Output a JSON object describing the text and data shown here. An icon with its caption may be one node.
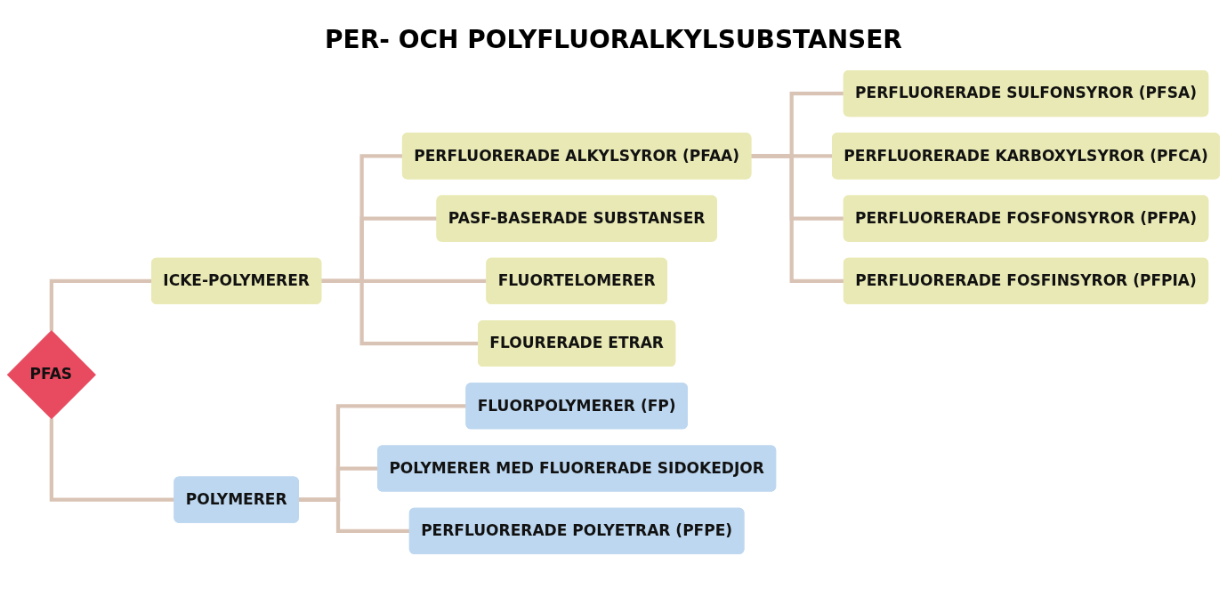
{
  "diagram": {
    "title": "PER- OCH POLYFLUORALKYLSUBSTANSER",
    "nodes": [
      {
        "text": [
          "PFAS"
        ]
      },
      {
        "text": [
          "ICKE-POLYMERER"
        ]
      },
      {
        "text": [
          "POLYMERER"
        ]
      },
      {
        "text": [
          "PERFLUORERADE ALKYLSYROR (PFAA)"
        ]
      },
      {
        "text": [
          "PASF-BASERADE SUBSTANSER"
        ]
      },
      {
        "text": [
          "FLUORTELOMERER"
        ]
      },
      {
        "text": [
          "FLOURERADE ETRAR"
        ]
      },
      {
        "text": [
          "PERFLUORERADE SULFONSYROR (PFSA)"
        ]
      },
      {
        "text": [
          "PERFLUORERADE KARBOXYLSYROR (PFCA)"
        ]
      },
      {
        "text": [
          "PERFLUORERADE FOSFONSYROR (PFPA)"
        ]
      },
      {
        "text": [
          "PERFLUORERADE FOSFINSYROR (PFPIA)"
        ]
      },
      {
        "text": [
          "FLUORPOLYMERER (FP)"
        ]
      },
      {
        "text": [
          "POLYMERER MED FLUORERADE SIDOKEDJOR"
        ]
      },
      {
        "text": [
          "PERFLUORERADE POLYETRAR (PFPE)"
        ]
      }
    ],
    "edges": [
      {
        "from": 0,
        "to": 1,
        "arrow": "none"
      },
      {
        "from": 0,
        "to": 2,
        "arrow": "none"
      },
      {
        "from": 1,
        "to": 3,
        "arrow": "none"
      },
      {
        "from": 1,
        "to": 4,
        "arrow": "none"
      },
      {
        "from": 1,
        "to": 5,
        "arrow": "none"
      },
      {
        "from": 1,
        "to": 6,
        "arrow": "none"
      },
      {
        "from": 3,
        "to": 7,
        "arrow": "none"
      },
      {
        "from": 3,
        "to": 8,
        "arrow": "none"
      },
      {
        "from": 3,
        "to": 9,
        "arrow": "none"
      },
      {
        "from": 3,
        "to": 10,
        "arrow": "none"
      },
      {
        "from": 2,
        "to": 11,
        "arrow": "none"
      },
      {
        "from": 2,
        "to": 12,
        "arrow": "none"
      },
      {
        "from": 2,
        "to": 13,
        "arrow": "none"
      }
    ]
  }
}
